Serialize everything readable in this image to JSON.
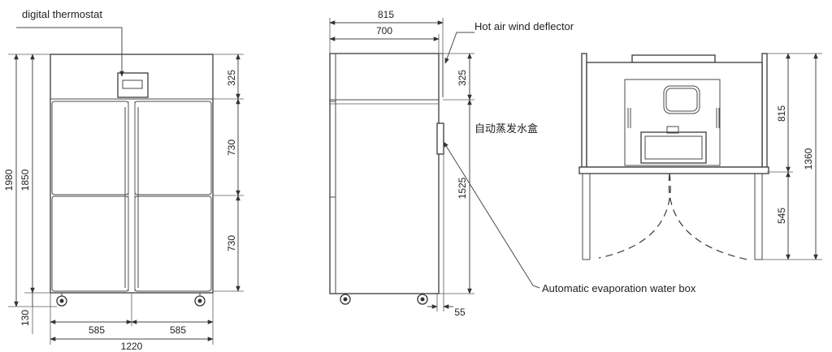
{
  "labels": {
    "digital_thermostat": "digital thermostat",
    "hot_air_deflector": "Hot air wind deflector",
    "water_box_zh": "自动蒸发水盒",
    "water_box_en": "Automatic evaporation water box"
  },
  "dimensions": {
    "front_total_height": "1980",
    "front_body_height": "1850",
    "front_top": "325",
    "front_upper_door": "730",
    "front_lower_door": "730",
    "front_feet": "130",
    "front_half_left": "585",
    "front_half_right": "585",
    "front_width": "1220",
    "side_depth_total": "815",
    "side_depth": "700",
    "side_top": "325",
    "side_body": "1525",
    "side_box": "55",
    "right_upper": "815",
    "right_total": "1360",
    "right_legs": "545"
  }
}
